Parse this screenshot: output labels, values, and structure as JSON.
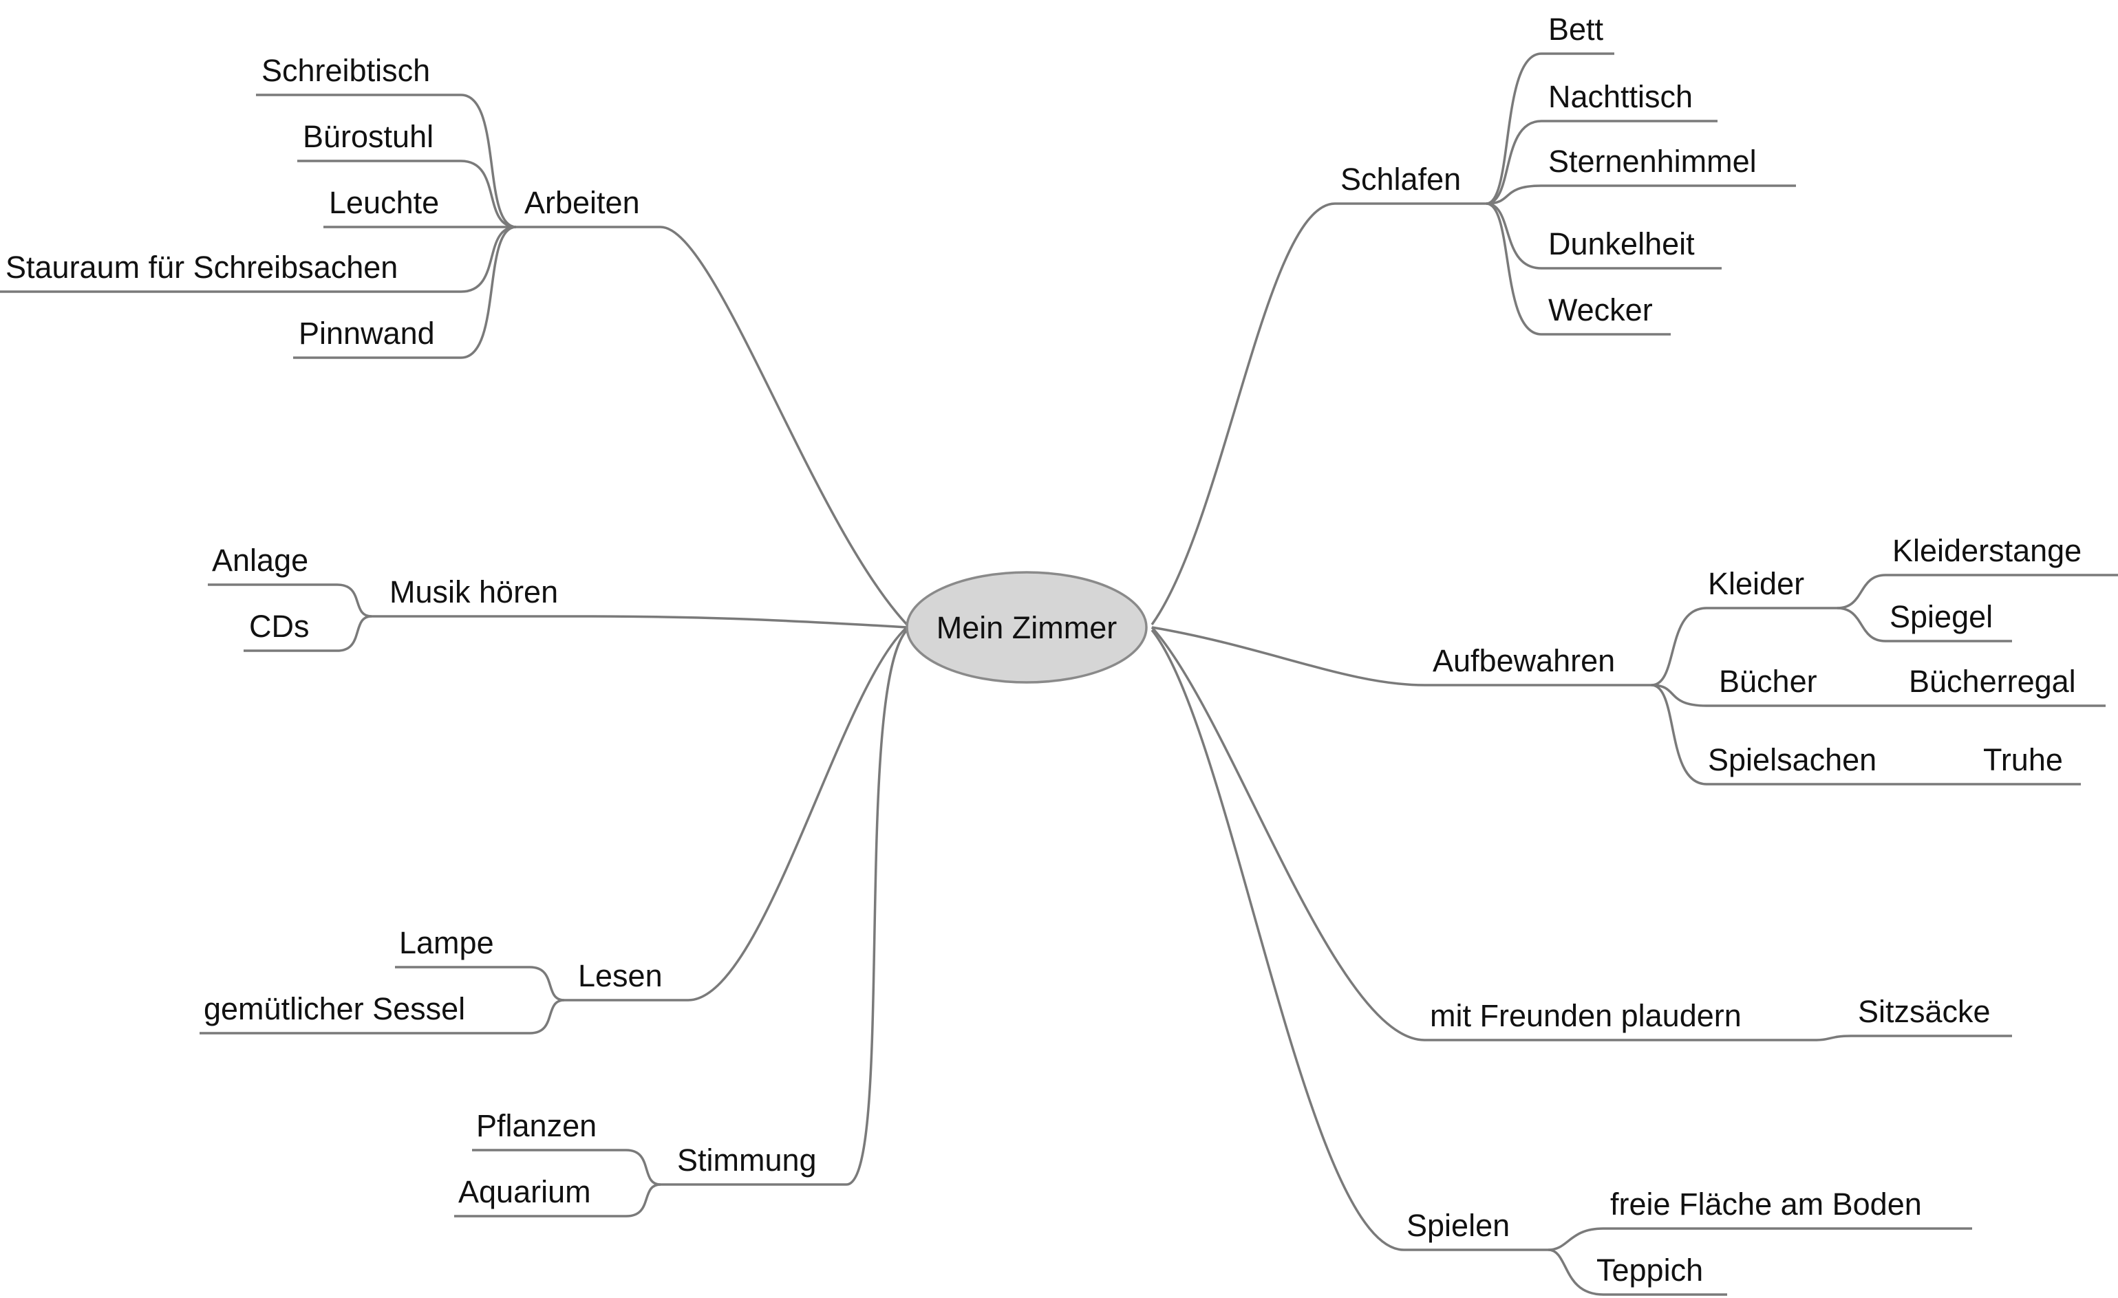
{
  "center": {
    "label": "Mein Zimmer"
  },
  "branches": [
    {
      "label": "Arbeiten",
      "children": [
        {
          "label": "Schreibtisch"
        },
        {
          "label": "Bürostuhl"
        },
        {
          "label": "Leuchte"
        },
        {
          "label": "Stauraum für Schreibsachen"
        },
        {
          "label": "Pinnwand"
        }
      ]
    },
    {
      "label": "Musik hören",
      "children": [
        {
          "label": "Anlage"
        },
        {
          "label": "CDs"
        }
      ]
    },
    {
      "label": "Lesen",
      "children": [
        {
          "label": "Lampe"
        },
        {
          "label": "gemütlicher Sessel"
        }
      ]
    },
    {
      "label": "Stimmung",
      "children": [
        {
          "label": "Pflanzen"
        },
        {
          "label": "Aquarium"
        }
      ]
    },
    {
      "label": "Schlafen",
      "children": [
        {
          "label": "Bett"
        },
        {
          "label": "Nachttisch"
        },
        {
          "label": "Sternenhimmel"
        },
        {
          "label": "Dunkelheit"
        },
        {
          "label": "Wecker"
        }
      ]
    },
    {
      "label": "Aufbewahren",
      "children": [
        {
          "label": "Kleider",
          "children": [
            {
              "label": "Kleiderstange"
            },
            {
              "label": "Spiegel"
            }
          ]
        },
        {
          "label": "Bücher",
          "children": [
            {
              "label": "Bücherregal"
            }
          ]
        },
        {
          "label": "Spielsachen",
          "children": [
            {
              "label": "Truhe"
            }
          ]
        }
      ]
    },
    {
      "label": "mit Freunden plaudern",
      "children": [
        {
          "label": "Sitzsäcke"
        }
      ]
    },
    {
      "label": "Spielen",
      "children": [
        {
          "label": "freie Fläche am Boden"
        },
        {
          "label": "Teppich"
        }
      ]
    }
  ]
}
